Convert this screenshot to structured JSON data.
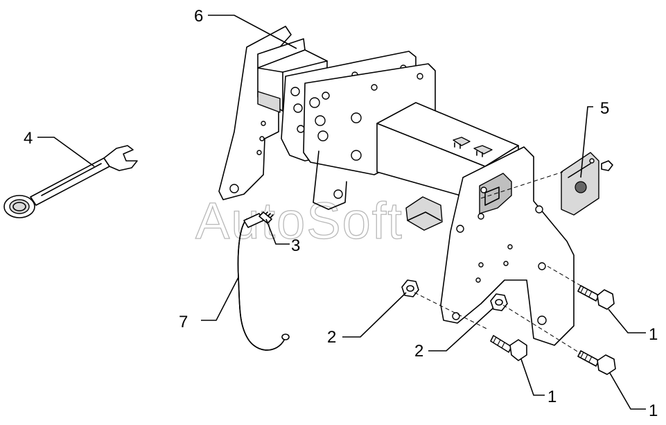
{
  "watermark": "AutoSoft",
  "callouts": {
    "c1a": "1",
    "c1b": "1",
    "c1c": "1",
    "c2a": "2",
    "c2b": "2",
    "c3": "3",
    "c4": "4",
    "c5": "5",
    "c6": "6",
    "c7": "7"
  },
  "icons": {
    "wrench": "wrench-icon",
    "bolt": "bolt-icon",
    "nut": "nut-icon",
    "plate": "cover-plate-icon",
    "hose": "hose-icon",
    "pin": "pin-icon"
  }
}
